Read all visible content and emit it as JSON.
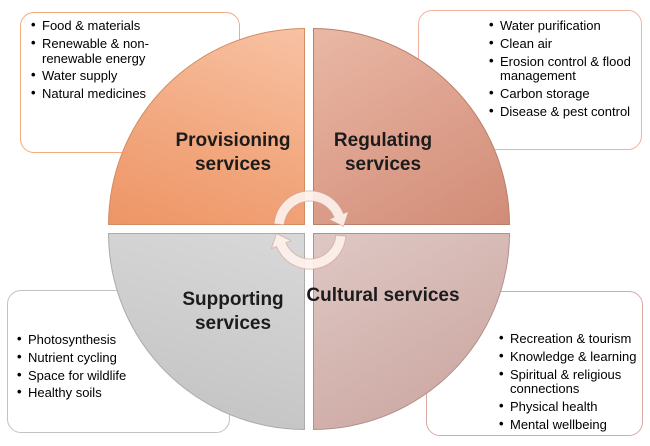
{
  "diagram": {
    "name": "Ecosystem services diagram",
    "center_icon": "cycle-arrows",
    "colors": {
      "provisioning_light": "#f8c2a4",
      "provisioning_dark": "#ee9566",
      "regulating_light": "#e9b8a6",
      "regulating_dark": "#d18c77",
      "supporting_light": "#d9d8d9",
      "supporting_dark": "#c2c1c2",
      "cultural_light": "#dfc8c4",
      "cultural_dark": "#c9a29c",
      "box_border_provisioning": "#f2ab7c",
      "box_border_regulating": "#f1b29d",
      "box_border_supporting": "#c2c2c2",
      "box_border_cultural": "#dba8a1",
      "arrow_fill": "#fdf1ec"
    },
    "quadrants": {
      "provisioning": {
        "label": "Provisioning services",
        "items": [
          "Food & materials",
          "Renewable & non-renewable energy",
          "Water supply",
          "Natural medicines"
        ]
      },
      "regulating": {
        "label": "Regulating services",
        "items": [
          "Water purification",
          "Clean air",
          "Erosion control & flood management",
          "Carbon storage",
          "Disease & pest control"
        ]
      },
      "supporting": {
        "label": "Supporting services",
        "items": [
          "Photosynthesis",
          "Nutrient cycling",
          "Space for wildlife",
          "Healthy soils"
        ]
      },
      "cultural": {
        "label": "Cultural services",
        "items": [
          "Recreation & tourism",
          "Knowledge & learning",
          "Spiritual & religious connections",
          "Physical health",
          "Mental wellbeing"
        ]
      }
    }
  }
}
